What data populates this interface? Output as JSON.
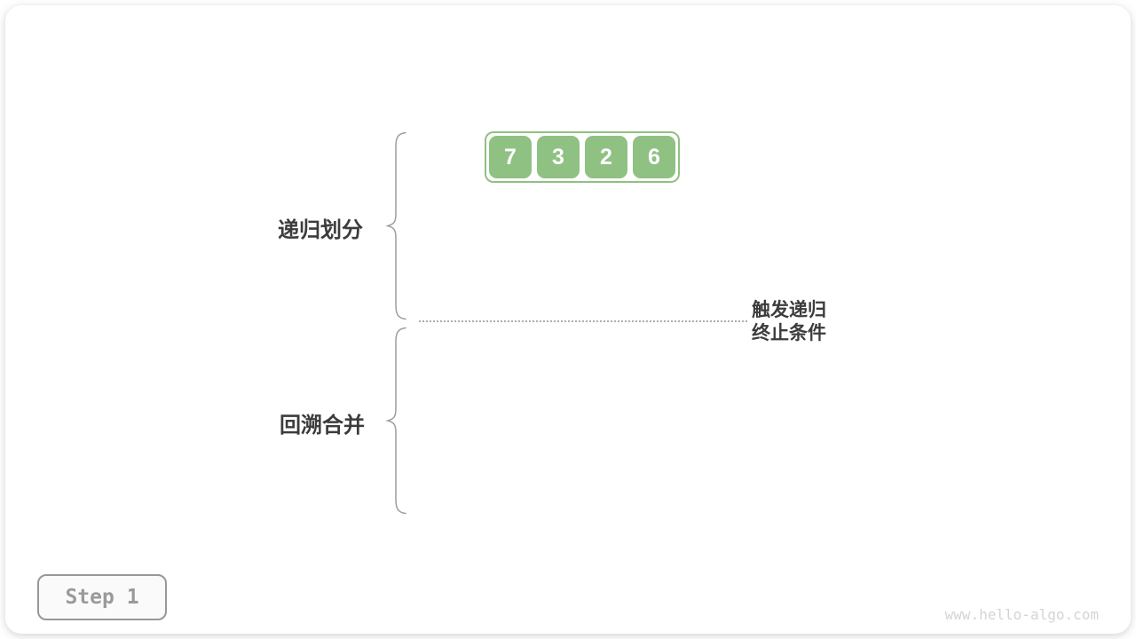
{
  "array": {
    "values": [
      "7",
      "3",
      "2",
      "6"
    ]
  },
  "labels": {
    "divide": "递归划分",
    "merge": "回溯合并",
    "terminate": [
      "触发递归",
      "终止条件"
    ]
  },
  "step": {
    "label": "Step 1"
  },
  "watermark": "www.hello-algo.com",
  "colors": {
    "cell_green": "#8FC183",
    "text_dark": "#3C3C3C",
    "brace_gray": "#9C9C9C",
    "step_gray": "#9A9A9A",
    "watermark_gray": "#D4D4D4"
  }
}
